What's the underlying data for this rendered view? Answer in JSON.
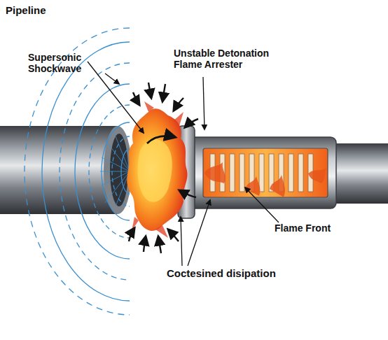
{
  "diagram": {
    "title": "Pipeline",
    "labels": [
      "Supersonic Shockwave",
      "Unstable Detonation Flame Arrester",
      "Flame Front",
      "Coctesined disipation"
    ]
  }
}
